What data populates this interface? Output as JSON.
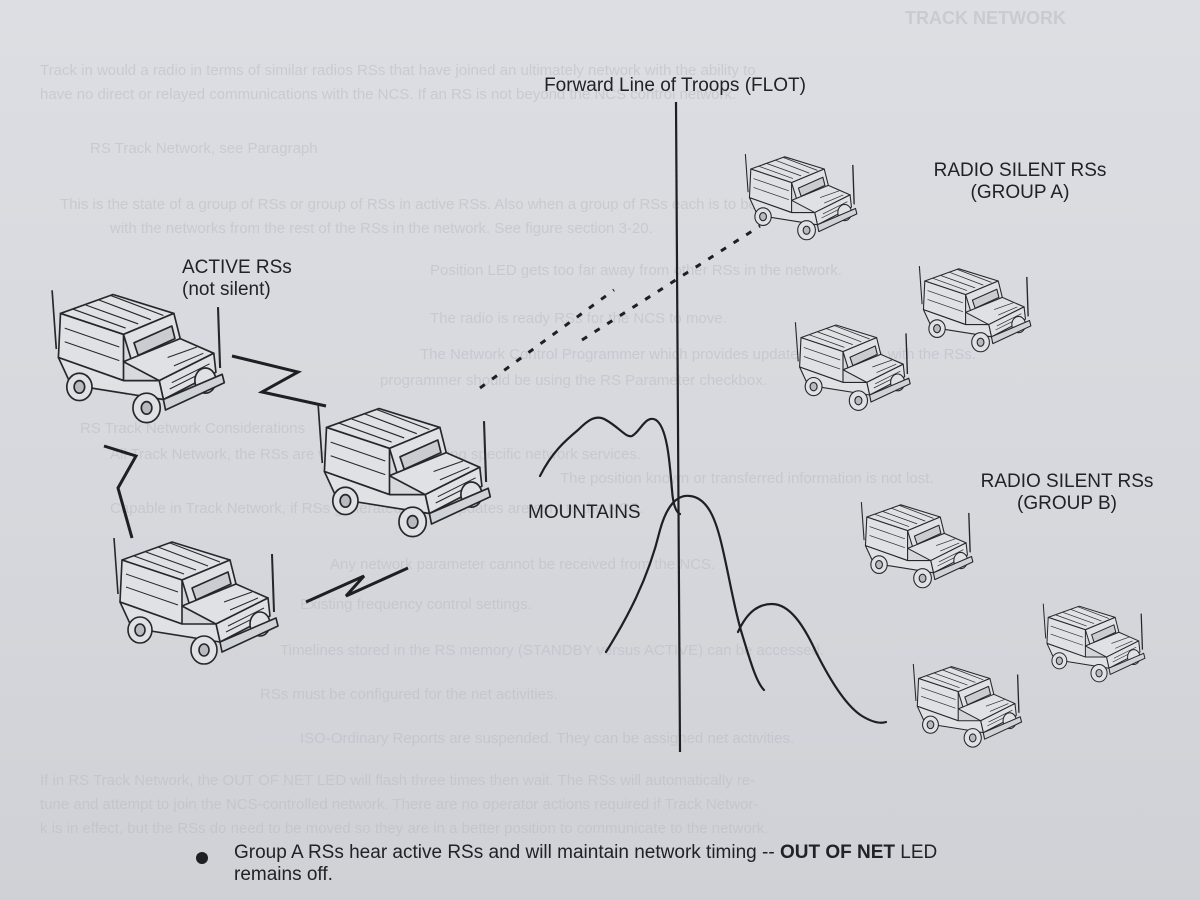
{
  "diagram": {
    "flot_label": "Forward Line of Troops (FLOT)",
    "active_label_line1": "ACTIVE RSs",
    "active_label_line2": "(not silent)",
    "group_a_line1": "RADIO SILENT RSs",
    "group_a_line2": "(GROUP A)",
    "group_b_line1": "RADIO SILENT RSs",
    "group_b_line2": "(GROUP B)",
    "mountains_label": "MOUNTAINS"
  },
  "background_text": {
    "heading": "TRACK NETWORK",
    "lines": [
      "Track in would a radio in terms of similar radios RSs that have joined an ultimately network with the ability to",
      "have no direct or relayed communications with the NCS. If an RS is not beyond the NCS control network.",
      "RS Track Network, see Paragraph",
      "This is the state of a group of RSs or group of RSs in active RSs. Also when a group of RSs each is to be",
      "with the networks from the rest of the RSs in the network. See figure section 3-20.",
      "Position LED gets too far away from other RSs in the network.",
      "The radio is ready RSs for the NCS to move.",
      "The Network Control Programmer which provides updated connection with the RSs.",
      "programmer should be using the RS Parameter checkbox.",
      "RS Track Network Considerations",
      "All Track Network, the RSs are with functions needing specific network services.",
      "The position known or transferred information is not lost.",
      "Capable in Track Network, if RSs generated status updates are sent to the NCS.",
      "Any network parameter cannot be received from the NCS.",
      "Existing frequency control settings.",
      "Timelines stored in the RS memory (STANDBY versus ACTIVE) can be accessed.",
      "RSs must be configured for the net activities.",
      "ISO-Ordinary Reports are suspended. They can be assigned net activities.",
      "If in RS Track Network, the OUT OF NET LED will flash three times then wait. The RSs will automatically re-",
      "tune and attempt to join the NCS-controlled network. There are no operator actions required if Track Networ-",
      "k is in effect, but the RSs do need to be moved so they are in a better position to communicate to the network."
    ]
  },
  "caption": {
    "text_before": "Group A RSs hear active RSs and will maintain network timing -- ",
    "emphasis": "OUT OF NET",
    "text_after": " LED",
    "line2": "remains off."
  }
}
